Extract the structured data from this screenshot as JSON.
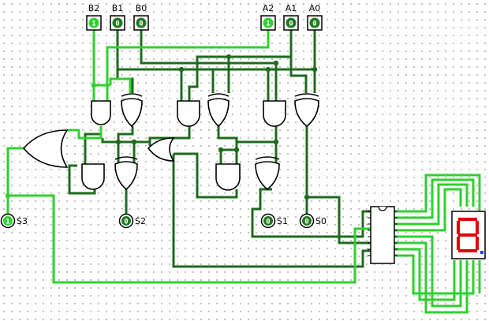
{
  "inputs": [
    {
      "label": "B2",
      "value": "1"
    },
    {
      "label": "B1",
      "value": "0"
    },
    {
      "label": "B0",
      "value": "0"
    },
    {
      "label": "A2",
      "value": "1"
    },
    {
      "label": "A1",
      "value": "0"
    },
    {
      "label": "A0",
      "value": "0"
    }
  ],
  "outputs": [
    {
      "label": "S3",
      "value": "1"
    },
    {
      "label": "S2",
      "value": "0"
    },
    {
      "label": "S1",
      "value": "0"
    },
    {
      "label": "S0",
      "value": "0"
    }
  ],
  "display": {
    "digit": "8"
  },
  "colors": {
    "wire_on": "#2ed02e",
    "wire_off": "#1e6b1e",
    "segment_on": "#e00000",
    "grid_dot": "#b0b0b0"
  },
  "icons": [
    "and-gate",
    "or-gate",
    "xor-gate",
    "decoder-chip",
    "seven-segment-display",
    "input-pin",
    "output-pin"
  ]
}
